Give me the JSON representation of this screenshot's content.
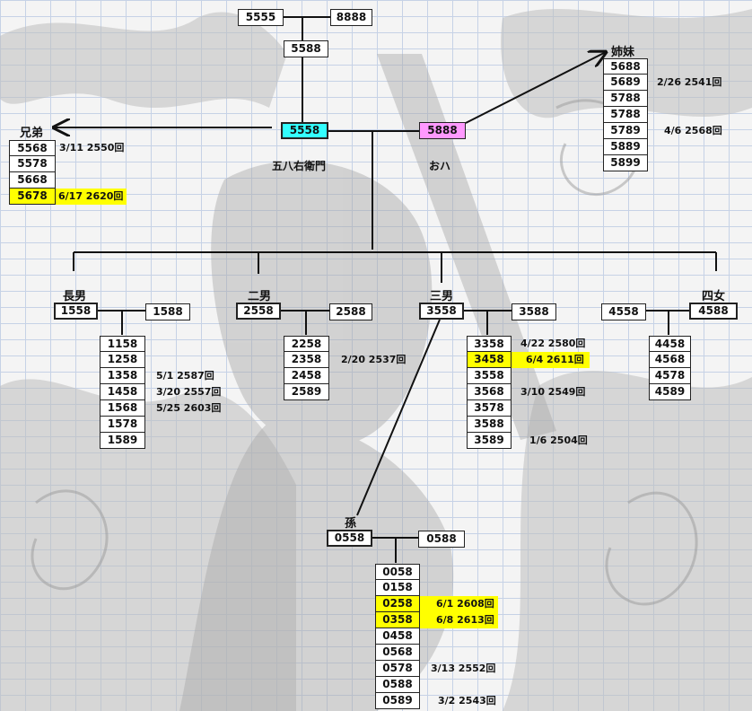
{
  "colors": {
    "highlight": "#ffff00",
    "main_person": "#33ffff",
    "wife": "#ff99ff"
  },
  "top": {
    "parent_a": "5555",
    "parent_b": "8888",
    "child": "5588"
  },
  "main": {
    "person": "5558",
    "person_name": "五八右衛門",
    "wife": "5888",
    "wife_name": "おハ"
  },
  "brothers": {
    "label": "兄弟",
    "items": [
      {
        "code": "5568",
        "note": "3/11 2550回",
        "highlight": false
      },
      {
        "code": "5578",
        "note": "",
        "highlight": false
      },
      {
        "code": "5668",
        "note": "",
        "highlight": false
      },
      {
        "code": "5678",
        "note": "6/17 2620回",
        "highlight": true
      }
    ]
  },
  "sisters": {
    "label": "姉妹",
    "items": [
      {
        "code": "5688",
        "note": "",
        "highlight": false
      },
      {
        "code": "5689",
        "note": "2/26 2541回",
        "highlight": false
      },
      {
        "code": "5788",
        "note": "",
        "highlight": false
      },
      {
        "code": "5788",
        "note": "",
        "highlight": false
      },
      {
        "code": "5789",
        "note": "4/6 2568回",
        "highlight": false
      },
      {
        "code": "5889",
        "note": "",
        "highlight": false
      },
      {
        "code": "5899",
        "note": "",
        "highlight": false
      }
    ]
  },
  "son1": {
    "label": "長男",
    "code": "1558",
    "spouse": "1588",
    "children": [
      {
        "code": "1158",
        "note": "",
        "highlight": false
      },
      {
        "code": "1258",
        "note": "",
        "highlight": false
      },
      {
        "code": "1358",
        "note": "5/1 2587回",
        "highlight": false
      },
      {
        "code": "1458",
        "note": "3/20 2557回",
        "highlight": false
      },
      {
        "code": "1568",
        "note": "5/25 2603回",
        "highlight": false
      },
      {
        "code": "1578",
        "note": "",
        "highlight": false
      },
      {
        "code": "1589",
        "note": "",
        "highlight": false
      }
    ]
  },
  "son2": {
    "label": "二男",
    "code": "2558",
    "spouse": "2588",
    "children": [
      {
        "code": "2258",
        "note": "",
        "highlight": false
      },
      {
        "code": "2358",
        "note": "2/20 2537回",
        "highlight": false
      },
      {
        "code": "2458",
        "note": "",
        "highlight": false
      },
      {
        "code": "2589",
        "note": "",
        "highlight": false
      }
    ]
  },
  "son3": {
    "label": "三男",
    "code": "3558",
    "spouse": "3588",
    "children": [
      {
        "code": "3358",
        "note": "4/22 2580回",
        "highlight": false
      },
      {
        "code": "3458",
        "note": "6/4 2611回",
        "highlight": true
      },
      {
        "code": "3558",
        "note": "",
        "highlight": false
      },
      {
        "code": "3568",
        "note": "3/10 2549回",
        "highlight": false
      },
      {
        "code": "3578",
        "note": "",
        "highlight": false
      },
      {
        "code": "3588",
        "note": "",
        "highlight": false
      },
      {
        "code": "3589",
        "note": "1/6 2504回",
        "highlight": false
      }
    ]
  },
  "daughter": {
    "label": "四女",
    "code": "4588",
    "spouse": "4558",
    "children": [
      {
        "code": "4458"
      },
      {
        "code": "4568"
      },
      {
        "code": "4578"
      },
      {
        "code": "4589"
      }
    ]
  },
  "grandson": {
    "label": "孫",
    "code": "0558",
    "spouse": "0588",
    "children": [
      {
        "code": "0058",
        "note": "",
        "highlight": false
      },
      {
        "code": "0158",
        "note": "",
        "highlight": false
      },
      {
        "code": "0258",
        "note": "6/1 2608回",
        "highlight": true
      },
      {
        "code": "0358",
        "note": "6/8 2613回",
        "highlight": true
      },
      {
        "code": "0458",
        "note": "",
        "highlight": false
      },
      {
        "code": "0568",
        "note": "",
        "highlight": false
      },
      {
        "code": "0578",
        "note": "3/13 2552回",
        "highlight": false
      },
      {
        "code": "0588",
        "note": "",
        "highlight": false
      },
      {
        "code": "0589",
        "note": "3/2 2543回",
        "highlight": false
      }
    ]
  }
}
